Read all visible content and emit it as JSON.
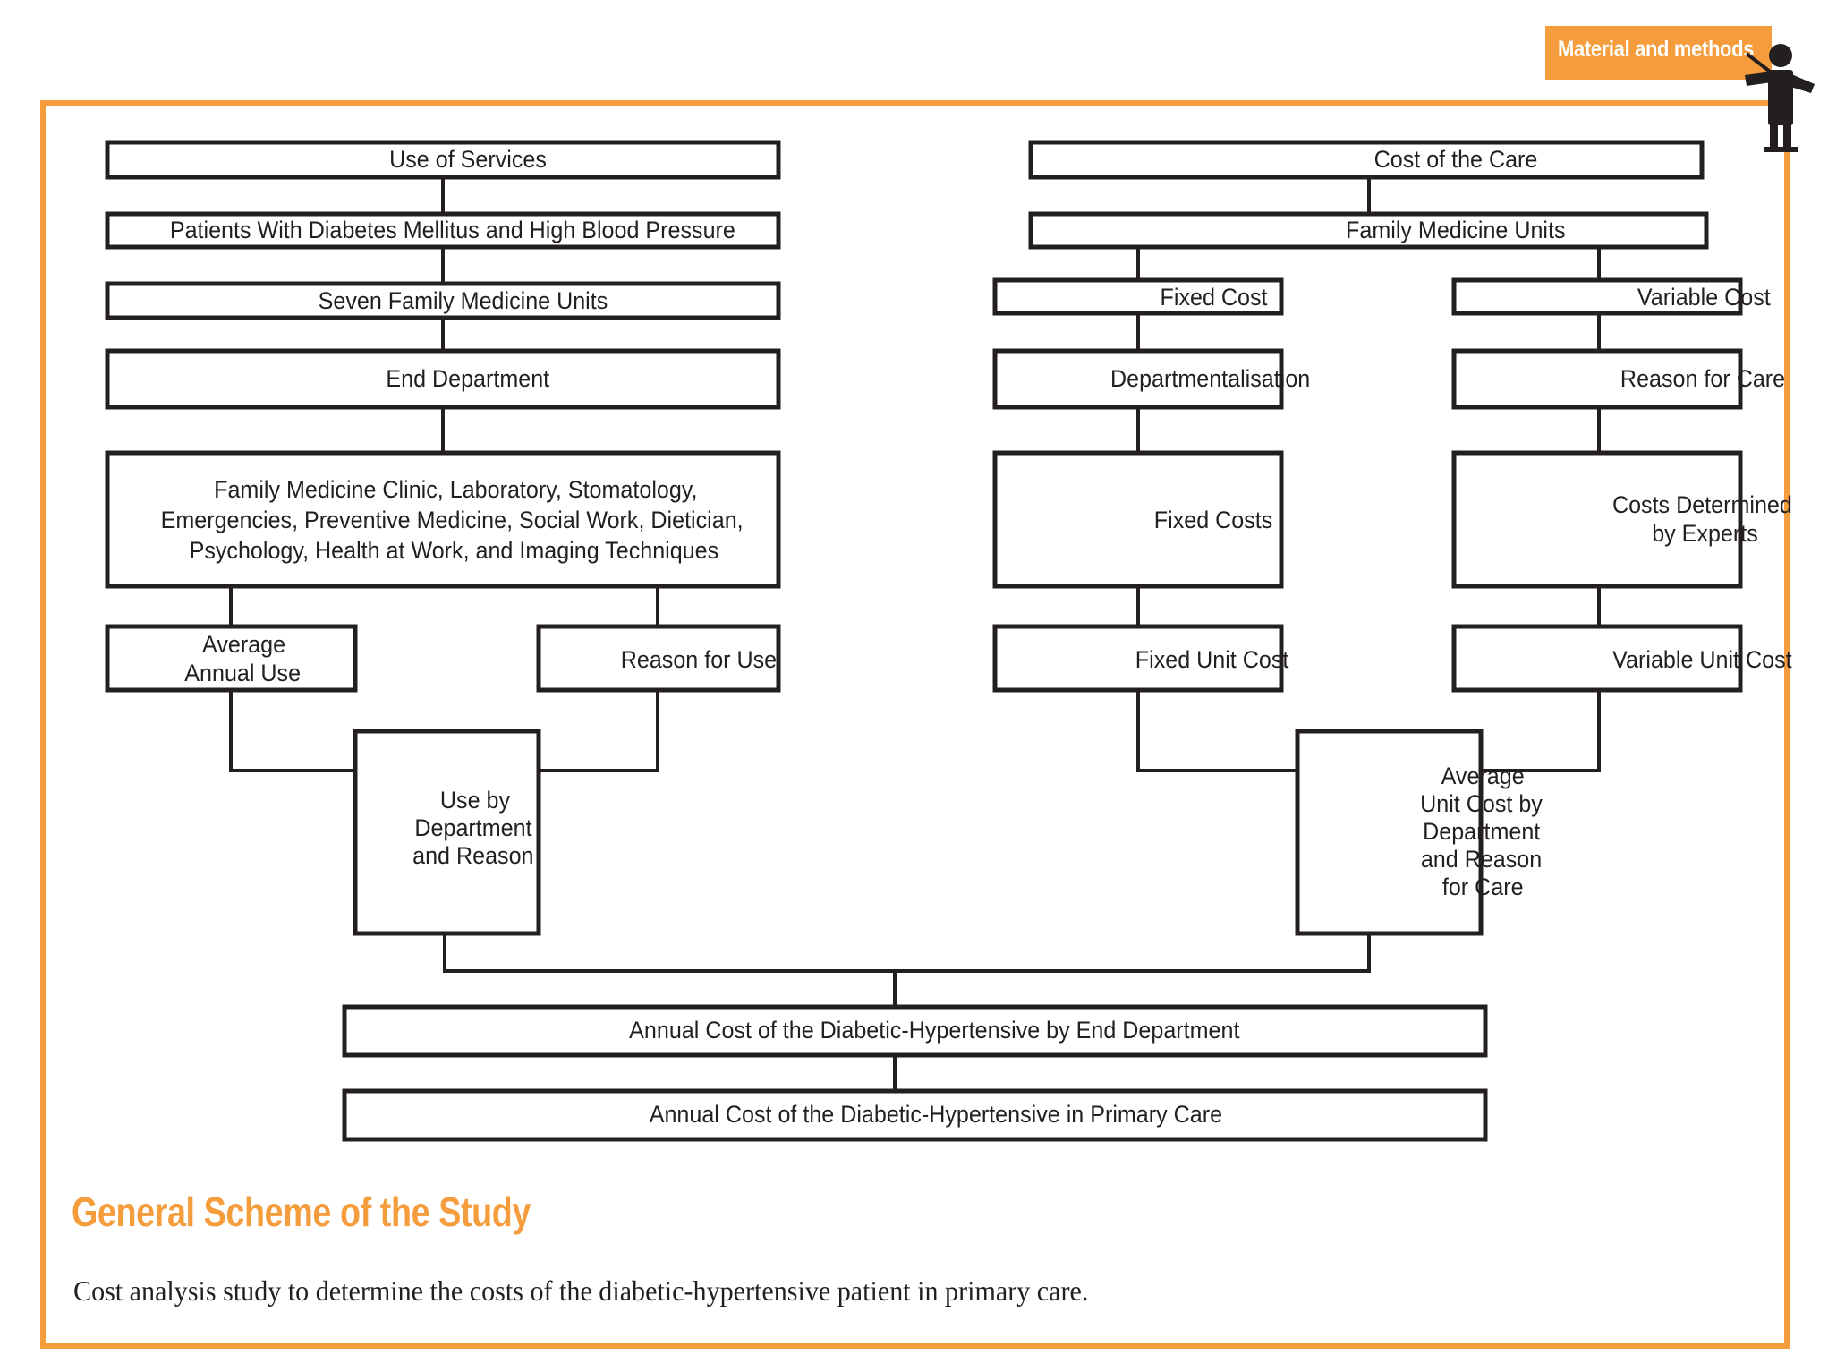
{
  "header": {
    "section_tab_label": "Material and methods",
    "accent_color": "#F59C3C",
    "figure_icon": "person-pointing-icon"
  },
  "frame": {
    "border_color": "#F59C3C",
    "background_color": "#FFFFFF"
  },
  "footer": {
    "title": "General Scheme of the Study",
    "caption": "Cost analysis study to determine the costs of the diabetic-hypertensive patient in primary care.",
    "title_color": "#F59C3C",
    "caption_color": "#231F20"
  },
  "chart_data": {
    "type": "diagram",
    "title": "General Scheme of the Study",
    "subtitle": "Cost analysis study to determine the costs of the diabetic-hypertensive patient in primary care.",
    "orientation": "top-to-bottom",
    "node_fill": "#FFFFFF",
    "node_stroke": "#231F20",
    "branches": [
      {
        "id": "use",
        "root": "use_of_services",
        "label": "Use of Services"
      },
      {
        "id": "cost",
        "root": "cost_of_the_care",
        "label": "Cost of the Care"
      }
    ],
    "nodes": [
      {
        "id": "use_of_services",
        "label": "Use of Services",
        "column": "left",
        "level": 0
      },
      {
        "id": "patients_dm_hbp",
        "label": "Patients With Diabetes Mellitus and High Blood Pressure",
        "column": "left",
        "level": 1
      },
      {
        "id": "seven_fmu",
        "label": "Seven Family Medicine Units",
        "column": "left",
        "level": 2
      },
      {
        "id": "end_department",
        "label": "End Department",
        "column": "left",
        "level": 3
      },
      {
        "id": "department_list",
        "label": "Family Medicine Clinic, Laboratory, Stomatology, Emergencies, Preventive Medicine, Social Work, Dietician, Psychology, Health at Work, and Imaging Techniques",
        "column": "left",
        "level": 4,
        "lines": [
          "Family Medicine Clinic, Laboratory, Stomatology,",
          "Emergencies, Preventive Medicine, Social Work, Dietician,",
          "Psychology, Health at Work, and Imaging Techniques"
        ]
      },
      {
        "id": "average_annual_use",
        "label": "Average Annual Use",
        "column": "left",
        "level": 5,
        "lines": [
          "Average",
          "Annual Use"
        ]
      },
      {
        "id": "reason_for_use",
        "label": "Reason for Use",
        "column": "left",
        "level": 5
      },
      {
        "id": "use_by_dept_reason",
        "label": "Use by Department and Reason",
        "column": "left",
        "level": 6,
        "lines": [
          "Use by",
          "Department",
          "and Reason"
        ]
      },
      {
        "id": "cost_of_the_care",
        "label": "Cost of the Care",
        "column": "right",
        "level": 0
      },
      {
        "id": "family_medicine_units",
        "label": "Family Medicine Units",
        "column": "right",
        "level": 1
      },
      {
        "id": "fixed_cost",
        "label": "Fixed Cost",
        "column": "right",
        "level": 2
      },
      {
        "id": "variable_cost",
        "label": "Variable Cost",
        "column": "right",
        "level": 2
      },
      {
        "id": "departmentalisation",
        "label": "Departmentalisation",
        "column": "right",
        "level": 3
      },
      {
        "id": "reason_for_care",
        "label": "Reason for Care",
        "column": "right",
        "level": 3
      },
      {
        "id": "fixed_costs",
        "label": "Fixed Costs",
        "column": "right",
        "level": 4
      },
      {
        "id": "costs_determined",
        "label": "Costs Determined by Experts",
        "column": "right",
        "level": 4,
        "lines": [
          "Costs Determined",
          "by Experts"
        ]
      },
      {
        "id": "fixed_unit_cost",
        "label": "Fixed Unit Cost",
        "column": "right",
        "level": 5
      },
      {
        "id": "variable_unit_cost",
        "label": "Variable Unit Cost",
        "column": "right",
        "level": 5
      },
      {
        "id": "avg_unit_cost",
        "label": "Average Unit Cost by Department and Reason for Care",
        "column": "right",
        "level": 6,
        "lines": [
          "Average",
          "Unit Cost by",
          "Department",
          "and Reason",
          "for Care"
        ]
      },
      {
        "id": "annual_cost_dept",
        "label": "Annual Cost of the Diabetic-Hypertensive by End Department",
        "column": "center",
        "level": 7
      },
      {
        "id": "annual_cost_primary",
        "label": "Annual Cost of the Diabetic-Hypertensive in Primary Care",
        "column": "center",
        "level": 8
      }
    ],
    "edges": [
      {
        "from": "use_of_services",
        "to": "patients_dm_hbp"
      },
      {
        "from": "patients_dm_hbp",
        "to": "seven_fmu"
      },
      {
        "from": "seven_fmu",
        "to": "end_department"
      },
      {
        "from": "end_department",
        "to": "department_list"
      },
      {
        "from": "department_list",
        "to": "average_annual_use"
      },
      {
        "from": "department_list",
        "to": "reason_for_use"
      },
      {
        "from": "average_annual_use",
        "to": "use_by_dept_reason"
      },
      {
        "from": "reason_for_use",
        "to": "use_by_dept_reason"
      },
      {
        "from": "cost_of_the_care",
        "to": "family_medicine_units"
      },
      {
        "from": "family_medicine_units",
        "to": "fixed_cost"
      },
      {
        "from": "family_medicine_units",
        "to": "variable_cost"
      },
      {
        "from": "fixed_cost",
        "to": "departmentalisation"
      },
      {
        "from": "variable_cost",
        "to": "reason_for_care"
      },
      {
        "from": "departmentalisation",
        "to": "fixed_costs"
      },
      {
        "from": "reason_for_care",
        "to": "costs_determined"
      },
      {
        "from": "fixed_costs",
        "to": "fixed_unit_cost"
      },
      {
        "from": "costs_determined",
        "to": "variable_unit_cost"
      },
      {
        "from": "fixed_unit_cost",
        "to": "avg_unit_cost"
      },
      {
        "from": "variable_unit_cost",
        "to": "avg_unit_cost"
      },
      {
        "from": "use_by_dept_reason",
        "to": "annual_cost_dept"
      },
      {
        "from": "avg_unit_cost",
        "to": "annual_cost_dept"
      },
      {
        "from": "annual_cost_dept",
        "to": "annual_cost_primary"
      }
    ]
  }
}
